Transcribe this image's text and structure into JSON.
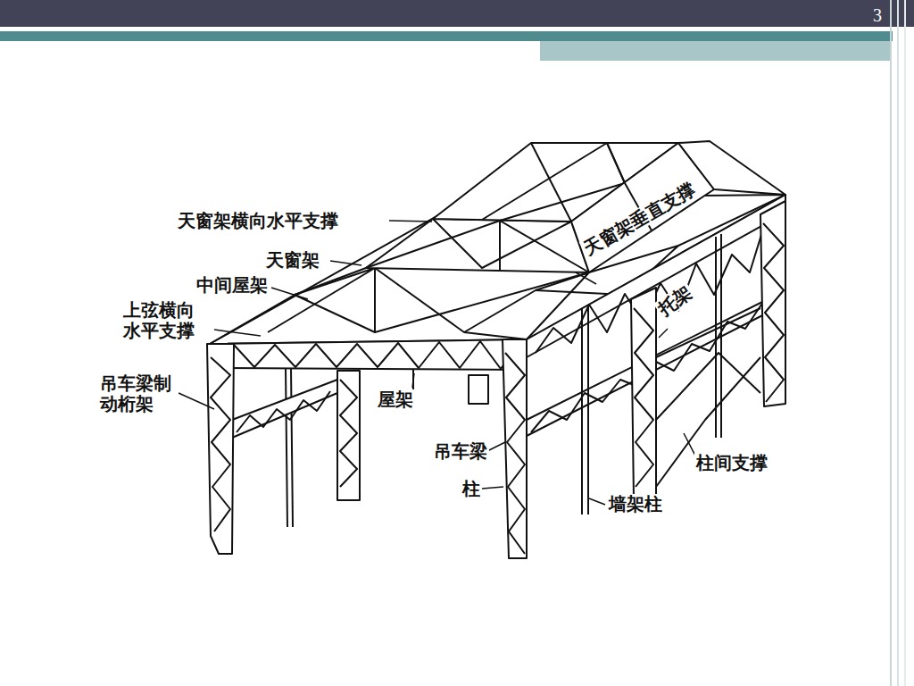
{
  "diagram": {
    "labels": [
      "3",
      "天窗架横向水平支撑",
      "天窗架",
      "中间屋架",
      "上弦横向 水平支撑",
      "吊车梁制 动桁架",
      "屋架",
      "吊车梁",
      "柱",
      "墙架柱",
      "柱间支撑",
      "托架",
      "天窗架垂直支撑"
    ]
  }
}
